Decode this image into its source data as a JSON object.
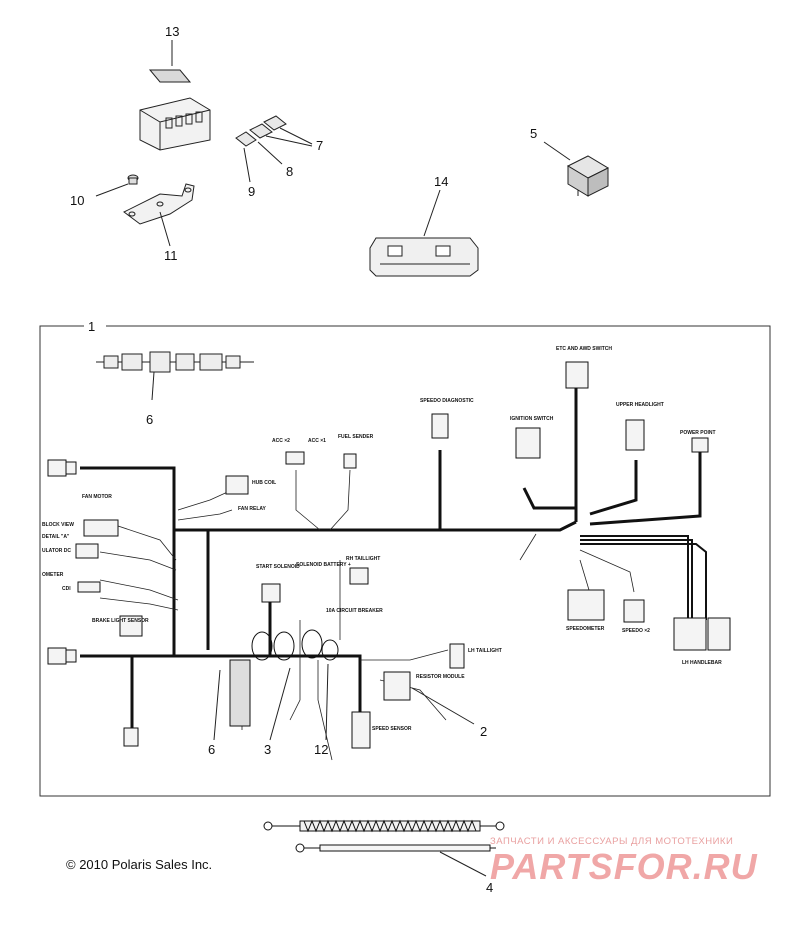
{
  "callouts": {
    "c1": "1",
    "c2": "2",
    "c3": "3",
    "c4": "4",
    "c5": "5",
    "c6a": "6",
    "c6b": "6",
    "c7": "7",
    "c8": "8",
    "c9": "9",
    "c10": "10",
    "c11": "11",
    "c12": "12",
    "c13": "13",
    "c14": "14"
  },
  "labels": {
    "fuel_sender": "FUEL SENDER",
    "acc2": "ACC ×2",
    "acc1": "ACC ×1",
    "speedo_diag": "SPEEDO DIAGNOSTIC",
    "ignition_switch": "IGNITION SWITCH",
    "etc_awd": "ETC AND AWD SWITCH",
    "upper_headlight": "UPPER HEADLIGHT",
    "power_point": "POWER POINT",
    "hub_coil": "HUB COIL",
    "fan_relay": "FAN RELAY",
    "fan_motor": "FAN MOTOR",
    "block_view": "BLOCK VIEW",
    "detail_a": "DETAIL \"A\"",
    "regulator_dc": "ULATOR DC",
    "ometer": "OMETER",
    "cdi": "CDI",
    "brake_light": "BRAKE LIGHT SENSOR",
    "start_solenoid": "START SOLENOID",
    "solenoid_battery": "SOLENOID BATTERY +",
    "rh_taillight": "RH TAILLIGHT",
    "circuit_breaker": "10A CIRCUIT BREAKER",
    "lh_taillight": "LH TAILLIGHT",
    "resistor_module": "RESISTOR MODULE",
    "speed_sensor": "SPEED SENSOR",
    "speedometer": "SPEEDOMETER",
    "speedo2": "SPEEDO ×2",
    "lh_handlebar": "LH HANDLEBAR"
  },
  "footer": {
    "copyright": "© 2010 Polaris Sales Inc.",
    "watermark_sub": "ЗАПЧАСТИ И АКСЕССУАРЫ ДЛЯ МОТОТЕХНИКИ",
    "watermark_main": "PARTSFOR.RU"
  },
  "colors": {
    "line": "#111111",
    "watermark": "#f0a7a7"
  }
}
